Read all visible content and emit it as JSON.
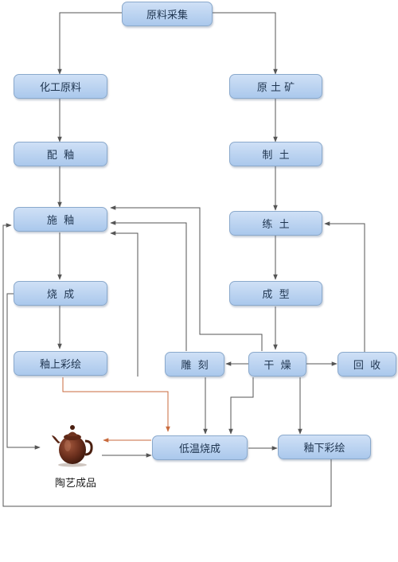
{
  "nodes": {
    "raw_material_collection": "原料采集",
    "chemical_raw_materials": "化工原料",
    "raw_ore": "原 土 矿",
    "glaze_preparation": "配  釉",
    "clay_making": "制  土",
    "glazing": "施  釉",
    "clay_kneading": "练  土",
    "firing": "烧  成",
    "forming": "成  型",
    "overglaze_painting": "釉上彩绘",
    "carving": "雕  刻",
    "drying": "干  燥",
    "recycling": "回  收",
    "low_temp_firing": "低温烧成",
    "underglaze_painting": "釉下彩绘"
  },
  "product_label": "陶艺成品",
  "colors": {
    "arrow": "#555555",
    "highlight_arrow": "#c86a3c",
    "node_border": "#8aa9cc"
  }
}
